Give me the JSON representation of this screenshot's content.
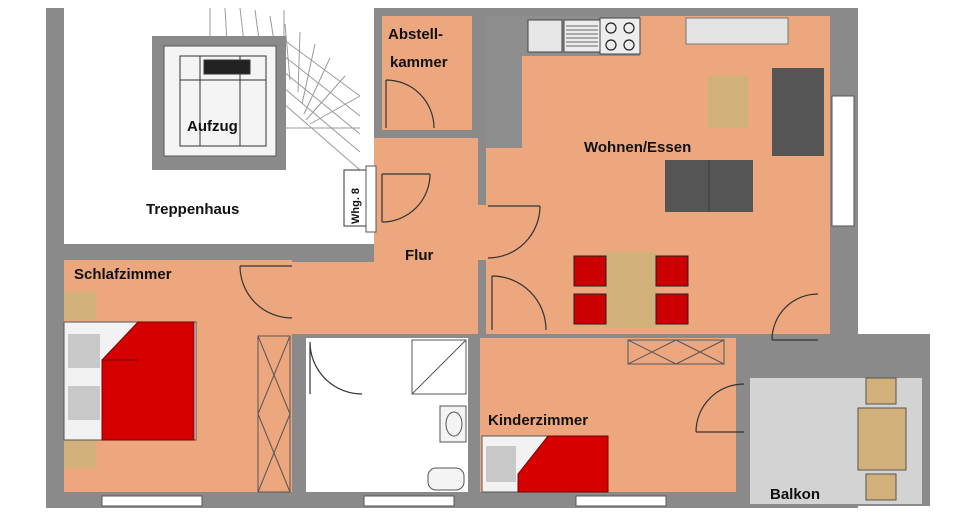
{
  "rooms": {
    "abstellkammer_line1": "Abstell-",
    "abstellkammer_line2": "kammer",
    "aufzug": "Aufzug",
    "treppenhaus": "Treppenhaus",
    "wohnen_essen": "Wohnen/Essen",
    "flur": "Flur",
    "schlafzimmer": "Schlafzimmer",
    "kinderzimmer": "Kinderzimmer",
    "balkon": "Balkon"
  },
  "unit_tag": "Whg. 8",
  "colors": {
    "floor": "#EDA77F",
    "wall": "#888888",
    "bath_floor": "#FFFFFF",
    "balcony_floor": "#D3D3D3",
    "bed": "#D60000",
    "sofa": "#555555",
    "table": "#D2B07A",
    "chair": "#CC0000",
    "counter": "#8E8E8E"
  }
}
